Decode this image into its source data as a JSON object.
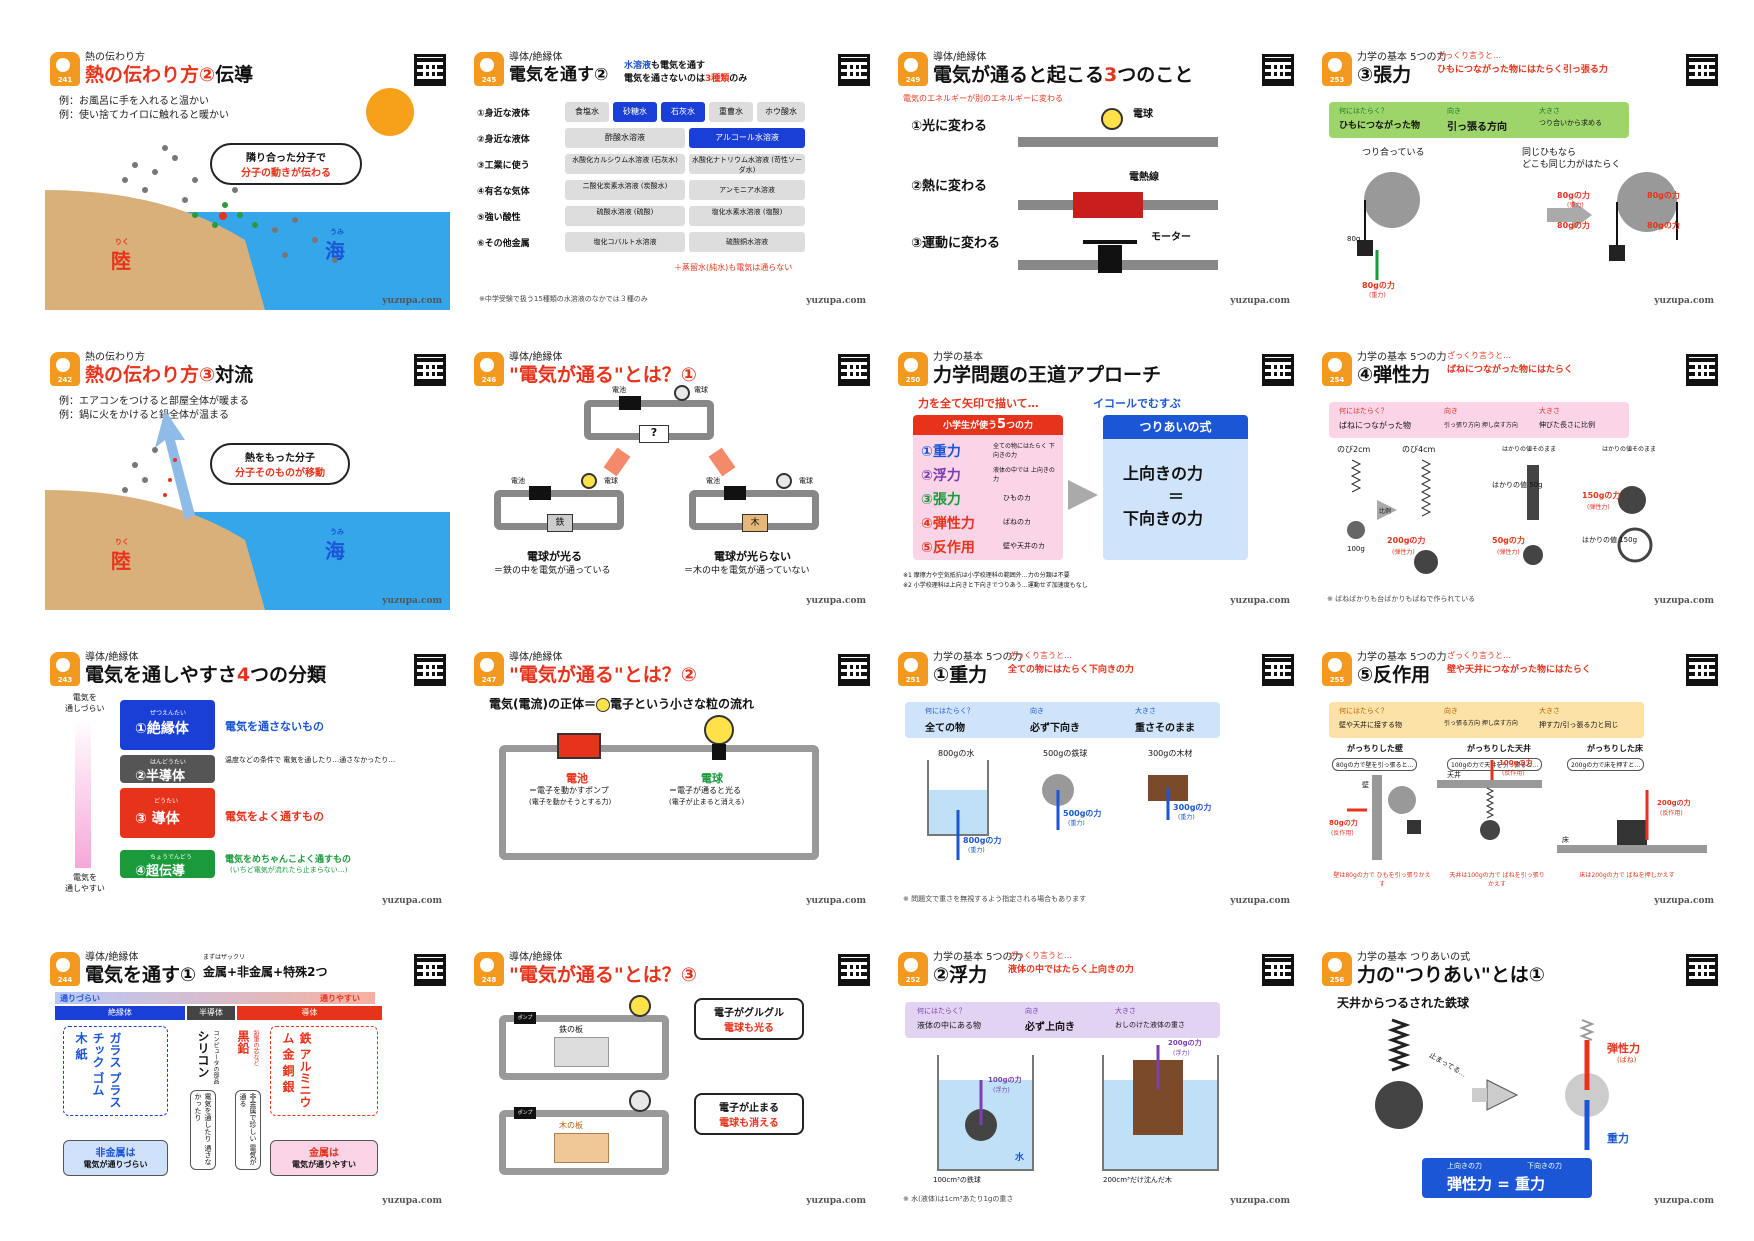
{
  "footer_brand": "yuzupa.com",
  "colors": {
    "accent": "#e8331c",
    "badge": "#f39a1e",
    "blue": "#1a56d6",
    "green": "#1a9a3a"
  },
  "cards": {
    "c241": {
      "num": "241",
      "cat": "熱の伝わり方",
      "t1": "熱の伝わり方②",
      "t2": "伝導",
      "sub1": "例：お風呂に手を入れると温かい",
      "sub2": "例：使い捨てカイロに触れると暖かい",
      "bubble1": "隣り合った分子で",
      "bubble2": "分子の動きが伝わる",
      "land_ruby": "りく",
      "land": "陸",
      "sea_ruby": "うみ",
      "sea": "海"
    },
    "c242": {
      "num": "242",
      "cat": "熱の伝わり方",
      "t1": "熱の伝わり方③",
      "t2": "対流",
      "sub1": "例：エアコンをつけると部屋全体が暖まる",
      "sub2": "例：鍋に火をかけると鍋全体が温まる",
      "bubble1": "熱をもった分子",
      "bubble2": "分子そのものが移動",
      "land_ruby": "りく",
      "land": "陸",
      "sea_ruby": "うみ",
      "sea": "海"
    },
    "c243": {
      "num": "243",
      "cat": "導体/絶縁体",
      "t1": "電気を通しやすさ",
      "t_num": "4",
      "t2": "つの分類",
      "top_label1": "電気を",
      "top_label2": "通しづらい",
      "bot_label1": "電気を",
      "bot_label2": "通しやすい",
      "rows": [
        {
          "ruby": "ぜつえんたい",
          "name": "①絶縁体",
          "desc": "電気を通さないもの",
          "color": "#1a3fd6"
        },
        {
          "ruby": "はんどうたい",
          "name": "②半導体",
          "desc": "温度などの条件で 電気を通したり…通さなかったり…",
          "color": "#555555"
        },
        {
          "ruby": "どうたい",
          "name": "③ 導体",
          "desc": "電気をよく通すもの",
          "color": "#e8331c"
        },
        {
          "ruby": "ちょうでんどう",
          "name": "④超伝導",
          "desc": "電気をめちゃんこよく通すもの",
          "desc2": "(いちど電気が流れたら止まらない…)",
          "color": "#1a9a3a"
        }
      ]
    },
    "c244": {
      "num": "244",
      "cat": "導体/絶縁体",
      "t1": "電気を通す①",
      "pre": "まずはザックリ",
      "t2": "金属+非金属+特殊2つ",
      "left_arrow": "通りづらい",
      "right_arrow": "通りやすい",
      "band1": "絶縁体",
      "band2": "半導体",
      "band3": "導体",
      "col_insul": "ガラス プラスチック ゴム 木 紙",
      "col_semi": "シリコン",
      "col_semi_sub": "コンピュータの部品",
      "col_graph": "黒鉛",
      "col_graph_sub": "鉛筆の芯など",
      "col_metal": "鉄 アルミニウム 金 銅 銀",
      "note1": "電気を通したり 通さなかったり",
      "note2": "非金属で珍しい 電気が通る",
      "b_left1": "非金属は",
      "b_left2": "電気が通りづらい",
      "b_right1": "金属は",
      "b_right2": "電気が通りやすい"
    },
    "c245": {
      "num": "245",
      "cat": "導体/絶縁体",
      "t1": "電気を通す②",
      "t2a": "水溶液",
      "t2b": "も電気を通す",
      "t3": "電気を通さないのは",
      "t3b": "3種類",
      "t3c": "のみ",
      "rows": [
        {
          "label": "①身近な液体",
          "items": [
            "食塩水",
            "砂糖水",
            "石灰水",
            "重曹水",
            "ホウ酸水"
          ]
        },
        {
          "label": "②身近な液体",
          "items": [
            "酢酸水溶液",
            "アルコール水溶液"
          ]
        },
        {
          "label": "③工業に使う",
          "items": [
            "水酸化カルシウム水溶液 (石灰水)",
            "水酸化ナトリウム水溶液 (苛性ソーダ水)"
          ]
        },
        {
          "label": "④有名な気体",
          "items": [
            "二酸化炭素水溶液 (炭酸水)",
            "アンモニア水溶液"
          ]
        },
        {
          "label": "⑤強い酸性",
          "items": [
            "硫酸水溶液 (硫酸)",
            "塩化水素水溶液 (塩酸)"
          ]
        },
        {
          "label": "⑥その他金属",
          "items": [
            "塩化コバルト水溶液",
            "硫酸銅水溶液"
          ]
        }
      ],
      "red_note": "＋蒸留水(純水)も電気は通らない",
      "note": "※中学受験で扱う15種類の水溶液のなかでは３種のみ"
    },
    "c246": {
      "num": "246",
      "cat": "導体/絶縁体",
      "t1": "\"電気が通る\"とは？①",
      "battery": "電池",
      "bulb": "電球",
      "q": "?",
      "iron": "鉄",
      "wood": "木",
      "r1": "電球が光る",
      "r1s": "＝鉄の中を電気が通っている",
      "r2": "電球が光らない",
      "r2s": "＝木の中を電気が通っていない"
    },
    "c247": {
      "num": "247",
      "cat": "導体/絶縁体",
      "t1": "\"電気が通る\"とは？②",
      "line1": "電気(電流)の正体＝",
      "line2": "電子という小さな粒の流れ",
      "battery": "電池",
      "battery_s": "＝電子を動かすポンプ",
      "battery_s2": "(電子を動かそうとする力)",
      "bulb": "電球",
      "bulb_s": "＝電子が通ると光る",
      "bulb_s2": "(電子が止まると消える)"
    },
    "c248": {
      "num": "248",
      "cat": "導体/絶縁体",
      "t1": "\"電気が通る\"とは？③",
      "pump": "ポンプ",
      "iron": "鉄の板",
      "wood": "木の板",
      "b1a": "電子がグルグル",
      "b1b": "電球も光る",
      "b2a": "電子が止まる",
      "b2b": "電球も消える"
    },
    "c249": {
      "num": "249",
      "cat": "導体/絶縁体",
      "t1": "電気が通ると起こる",
      "t_num": "3",
      "t2": "つのこと",
      "sub": "電気のエネルギーが別のエネルギーに変わる",
      "i1": "①光に変わる",
      "i1l": "電球",
      "i2": "②熱に変わる",
      "i2l": "電熱線",
      "i3": "③運動に変わる",
      "i3l": "モーター"
    },
    "c250": {
      "num": "250",
      "cat": "力学の基本",
      "t1": "力学問題の王道アプローチ",
      "h1": "力を全て矢印で描いて…",
      "h2": "イコールでむすぶ",
      "list_title": "小学生が使う",
      "list_num": "5",
      "list_title2": "つの力",
      "forces": [
        {
          "n": "①重力",
          "d": "全ての物にはたらく 下向きの力",
          "c": "#1a56d6"
        },
        {
          "n": "②浮力",
          "d": "液体の中では 上向きの力",
          "c": "#7b3fb0"
        },
        {
          "n": "③張力",
          "d": "ひものカ",
          "c": "#1a9a3a"
        },
        {
          "n": "④弾性力",
          "d": "ばねのカ",
          "c": "#e8331c"
        },
        {
          "n": "⑤反作用",
          "d": "壁や天井のカ",
          "c": "#e8331c"
        }
      ],
      "eq_title": "つりあいの式",
      "eq1": "上向きの力",
      "eq2": "＝",
      "eq3": "下向きの力",
      "note1": "※1 摩擦力や空気抵抗は小学校理科の範囲外…力の分類は不要",
      "note2": "※2 小学校理科は上向きと下向きでつりあう…運動せず加速度もなし"
    },
    "c251": {
      "num": "251",
      "cat": "力学の基本 5つの力",
      "t1": "①重力",
      "tq": "ざっくり言うと…",
      "t2": "全ての物にはたらく下向きの力",
      "box": [
        {
          "h": "何にはたらく？",
          "v": "全ての物"
        },
        {
          "h": "向き",
          "v": "必ず下向き"
        },
        {
          "h": "大きさ",
          "v": "重さそのまま"
        }
      ],
      "o1": "800gの水",
      "o1f": "800gの力",
      "o2": "500gの鉄球",
      "o2f": "500gの力",
      "o3": "300gの木材",
      "o3f": "300gの力",
      "sublabel": "(重力)",
      "note": "※ 問題文で重さを無視するよう指定される場合もあります"
    },
    "c252": {
      "num": "252",
      "cat": "力学の基本 5つの力",
      "t1": "②浮力",
      "tq": "ざっくり言うと…",
      "t2": "液体の中ではたらく上向きの力",
      "box": [
        {
          "h": "何にはたらく？",
          "v": "液体の中にある物"
        },
        {
          "h": "向き",
          "v": "必ず上向き"
        },
        {
          "h": "大きさ",
          "v": "おしのけた液体の重さ"
        }
      ],
      "f1": "100gの力",
      "f2": "200gの力",
      "sub": "(浮力)",
      "water": "水",
      "o1": "100cm³の鉄球",
      "o2": "200cm³だけ沈んだ木",
      "note": "※ 水(液体)は1cm³あたり1gの重さ"
    },
    "c253": {
      "num": "253",
      "cat": "力学の基本 5つの力",
      "t1": "③張力",
      "tq": "ざっくり言うと…",
      "t2": "ひもにつながった物にはたらく引っ張る力",
      "box": [
        {
          "h": "何にはたらく？",
          "v": "ひもにつながった物"
        },
        {
          "h": "向き",
          "v": "引っ張る方向"
        },
        {
          "h": "大きさ",
          "v": "つり合いから求める"
        }
      ],
      "l1": "つり合っている",
      "l2": "同じひもなら",
      "l3": "どこも同じ力がはたらく",
      "w": "80g",
      "f": "80gの力",
      "s1": "(重力)",
      "s2": "(張力)"
    },
    "c254": {
      "num": "254",
      "cat": "力学の基本 5つの力",
      "t1": "④弾性力",
      "tq": "ざっくり言うと…",
      "t2": "ばねにつながった物にはたらく",
      "box": [
        {
          "h": "何にはたらく？",
          "v": "ばねにつながった物"
        },
        {
          "h": "向き",
          "v": "引っ張り方向 押し戻す方向"
        },
        {
          "h": "大きさ",
          "v": "伸びた長さに比例"
        }
      ],
      "l1": "のび2cm",
      "l2": "のび4cm",
      "l3": "はかりの値そのまま",
      "l4": "はかりの値そのまま",
      "w1": "100g",
      "f1": "200gの力",
      "sc1": "はかりの値 50g",
      "f2": "50gの力",
      "sc2": "はかりの値 150g",
      "f3": "150gの力",
      "s": "(弾性力)",
      "ratio": "比例",
      "note": "※ ばねばかりも台ばかりもばねで作られている"
    },
    "c255": {
      "num": "255",
      "cat": "力学の基本 5つの力",
      "t1": "⑤反作用",
      "tq": "ざっくり言うと…",
      "t2": "壁や天井につながった物にはたらく",
      "box": [
        {
          "h": "何にはたらく？",
          "v": "壁や天井に接する物"
        },
        {
          "h": "向き",
          "v": "引っ張る方向 押し戻す方向"
        },
        {
          "h": "大きさ",
          "v": "押す力/引っ張る力と同じ"
        }
      ],
      "c1": "がっちりした壁",
      "c2": "がっちりした天井",
      "c3": "がっちりした床",
      "q1": "80gの力で壁を引っ張ると…",
      "q2": "100gの力で天井を引っ張ると…",
      "q3": "200gの力で床を押すと…",
      "l_wall": "壁",
      "l_ceil": "天井",
      "l_floor": "床",
      "f1": "80gの力",
      "f2": "100gの力",
      "f3": "200gの力",
      "s": "(反作用)",
      "a1": "壁は80gの力で ひもを引っ張りかえす",
      "a2": "天井は100gの力で ばねを引っ張りかえす",
      "a3": "床は200gの力で ばねを押しかえす"
    },
    "c256": {
      "num": "256",
      "cat": "力学の基本 つりあいの式",
      "t1": "力の\"つりあい\"とは①",
      "sub": "天井からつるされた鉄球",
      "stop": "止まってる…",
      "up": "弾性力",
      "up_s": "(ばね)",
      "down": "重力",
      "eq_h1": "上向きの力",
      "eq_h2": "下向きの力",
      "eq": "弾性力 = 重力"
    }
  }
}
